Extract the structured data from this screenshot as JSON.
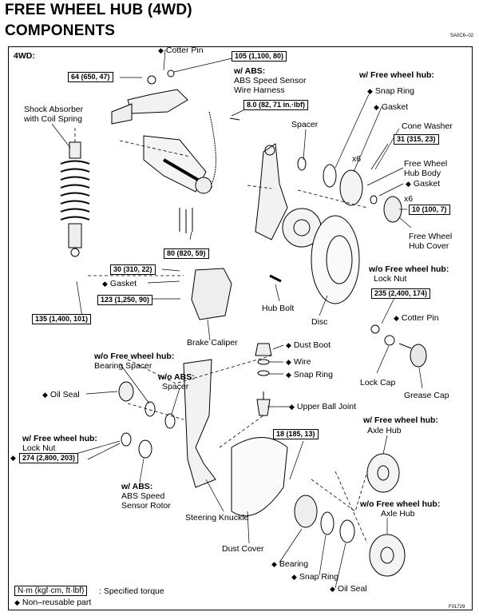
{
  "header": {
    "title": "FREE WHEEL HUB (4WD)",
    "subtitle": "COMPONENTS",
    "code_top": "SA0C6–02",
    "code_bottom": "F01729"
  },
  "section": {
    "label": "4WD:"
  },
  "torques": {
    "t105": "105 (1,100, 80)",
    "t64": "64 (650, 47)",
    "t8": "8.0 (82, 71 in.·lbf)",
    "t31": "31 (315, 23)",
    "t10": "10 (100, 7)",
    "t80": "80 (820, 59)",
    "t30": "30 (310, 22)",
    "t123": "123 (1,250, 90)",
    "t135": "135 (1,400, 101)",
    "t235": "235 (2,400, 174)",
    "t274": "274 (2,800, 203)",
    "t18": "18 (185, 13)"
  },
  "labels": {
    "cotter_pin_top": "Cotter Pin",
    "w_abs": "w/  ABS:",
    "abs_harness_1": "ABS Speed Sensor",
    "abs_harness_2": "Wire Harness",
    "shock_1": "Shock Absorber",
    "shock_2": "with Coil Spring",
    "w_fwh": "w/  Free wheel hub:",
    "snap_ring_top": "Snap Ring",
    "gasket_top": "Gasket",
    "spacer": "Spacer",
    "cone_washer": "Cone Washer",
    "x6a": "x6",
    "x6b": "x6",
    "fwh_body_1": "Free Wheel",
    "fwh_body_2": "Hub Body",
    "gasket2": "Gasket",
    "fwh_cover_1": "Free Wheel",
    "fwh_cover_2": "Hub Cover",
    "gasket_left": "Gasket",
    "wo_fwh": "w/o Free wheel hub:",
    "lock_nut": "Lock Nut",
    "hub_bolt": "Hub Bolt",
    "disc": "Disc",
    "cotter_pin_right": "Cotter Pin",
    "brake_caliper": "Brake Caliper",
    "dust_boot": "Dust Boot",
    "wire": "Wire",
    "snap_ring_mid": "Snap Ring",
    "lock_cap": "Lock Cap",
    "grease_cap": "Grease Cap",
    "wo_fwh2": "w/o Free wheel hub:",
    "bearing_spacer": "Bearing Spacer",
    "wo_abs": "w/o ABS:",
    "spacer2": "Spacer",
    "oil_seal_left": "Oil Seal",
    "upper_ball_joint": "Upper Ball Joint",
    "w_fwh2": "w/  Free wheel hub:",
    "axle_hub": "Axle Hub",
    "w_fwh3": "w/  Free wheel hub:",
    "lock_nut2": "Lock Nut",
    "w_abs2": "w/  ABS:",
    "abs_rotor_1": "ABS Speed",
    "abs_rotor_2": "Sensor Rotor",
    "steering_knuckle": "Steering Knuckle",
    "wo_fwh3": "w/o Free wheel hub:",
    "axle_hub2": "Axle Hub",
    "dust_cover": "Dust Cover",
    "bearing": "Bearing",
    "snap_ring_bot": "Snap Ring",
    "oil_seal_bot": "Oil Seal"
  },
  "legend": {
    "torque_unit": "N·m (kgf·cm, ft·lbf)",
    "torque_desc": ": Specified torque",
    "nonreusable": "Non–reusable part"
  },
  "icons": {
    "diamond": "black-diamond-icon"
  }
}
